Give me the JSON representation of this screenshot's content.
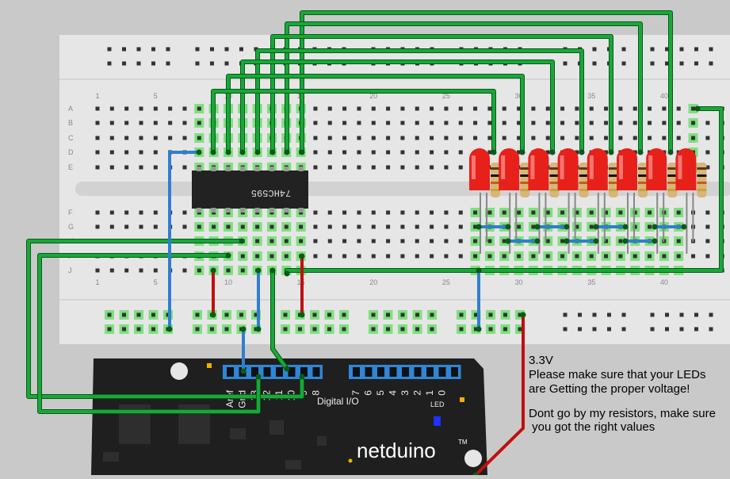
{
  "breadboard": {
    "row_letters_top": [
      "A",
      "B",
      "C",
      "D",
      "E"
    ],
    "row_letters_bottom": [
      "F",
      "G",
      "H",
      "I",
      "J"
    ],
    "column_numbers": [
      "1",
      "5",
      "10",
      "15",
      "20",
      "25",
      "30",
      "35",
      "40"
    ]
  },
  "chip": {
    "label": "74HC595"
  },
  "board": {
    "brand": "netduino",
    "trademark": "TM",
    "digital_label": "Digital I/O",
    "led_label": "LED",
    "pin_labels_left": [
      "Aref",
      "Gnd",
      "13",
      "12",
      "11",
      "10",
      "9",
      "8"
    ],
    "pin_labels_right": [
      "7",
      "6",
      "5",
      "4",
      "3",
      "2",
      "1",
      "0"
    ]
  },
  "notes": {
    "voltage": "3.3V",
    "line1": "Please make sure that your LEDs",
    "line2": "are Getting the proper voltage!",
    "line3": "Dont go by my resistors, make sure",
    "line4": " you got the right values"
  },
  "colors": {
    "background": "#c9c9c9",
    "breadboard": "#e6e6e6",
    "board": "#1f1f1f",
    "wire_green": "#18a83a",
    "wire_blue": "#2f7fd0",
    "wire_red": "#c0100d",
    "led_red": "#e8201a",
    "pin_highlight": "#7fe07f"
  }
}
